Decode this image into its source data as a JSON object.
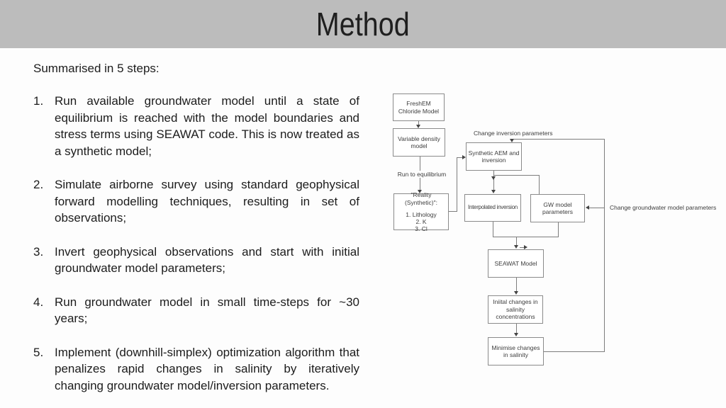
{
  "header": {
    "title": "Method"
  },
  "intro": "Summarised in 5 steps:",
  "steps": [
    {
      "num": "1.",
      "text": "Run available groundwater model until a state of equilibrium is reached with the model boundaries and stress terms using SEAWAT code. This is now treated as a synthetic model;"
    },
    {
      "num": "2.",
      "text": "Simulate airborne survey using standard geophysical forward modelling techniques, resulting in set of observations;"
    },
    {
      "num": "3.",
      "text": "Invert geophysical observations and start with initial groundwater model parameters;"
    },
    {
      "num": "4.",
      "text": "Run groundwater model in small time-steps for ~30 years;"
    },
    {
      "num": "5.",
      "text": "Implement (downhill-simplex) optimization algorithm that penalizes rapid changes in salinity by iteratively changing groundwater model/inversion parameters."
    }
  ],
  "diagram": {
    "boxes": {
      "freshem": "FreshEM Chloride Model",
      "variable_density": "Variable density model",
      "reality_title": "\"Reality (Synthetic)\":",
      "reality_items": [
        "1. Lithology",
        "2. K",
        "3. Cl"
      ],
      "synthetic_aem": "Synthetic AEM and inversion",
      "interpolated": "Interpolated inversion",
      "gw_params": "GW model parameters",
      "seawat": "SEAWAT Model",
      "initial_changes": "Iniital changes in salinity concentrations",
      "minimise": "Minimise changes in salinity"
    },
    "labels": {
      "run_to_equilibrium": "Run to equilibrium",
      "change_inversion": "Change inversion parameters",
      "change_gw": "Change groundwater model parameters"
    }
  }
}
